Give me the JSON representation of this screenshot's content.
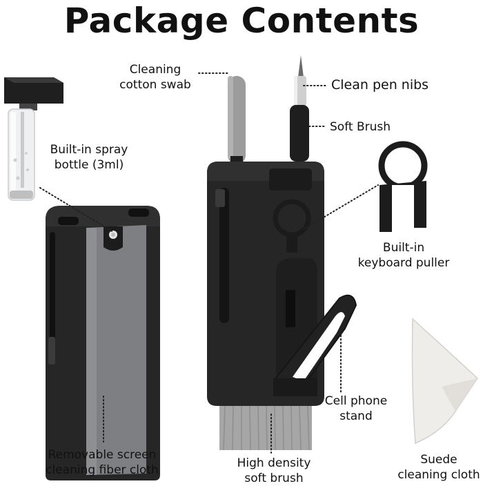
{
  "title": "Package Contents",
  "labels": {
    "swab": [
      "Cleaning",
      "cotton swab"
    ],
    "pen": "Clean pen nibs",
    "soft_brush": "Soft Brush",
    "spray": [
      "Built-in spray",
      "bottle (3ml)"
    ],
    "puller": [
      "Built-in",
      "keyboard puller"
    ],
    "stand": [
      "Cell phone",
      "stand"
    ],
    "cloth": [
      "Removable screen",
      "cleaning fiber cloth"
    ],
    "hd_brush": [
      "High density",
      "soft brush"
    ],
    "suede": [
      "Suede",
      "cleaning cloth"
    ]
  },
  "colors": {
    "body": "#262626",
    "gray_panel": "#7d7f82",
    "swab": "#9c9c9c",
    "bristle": "#a6a6a6",
    "suede_cloth": "#efedea"
  }
}
